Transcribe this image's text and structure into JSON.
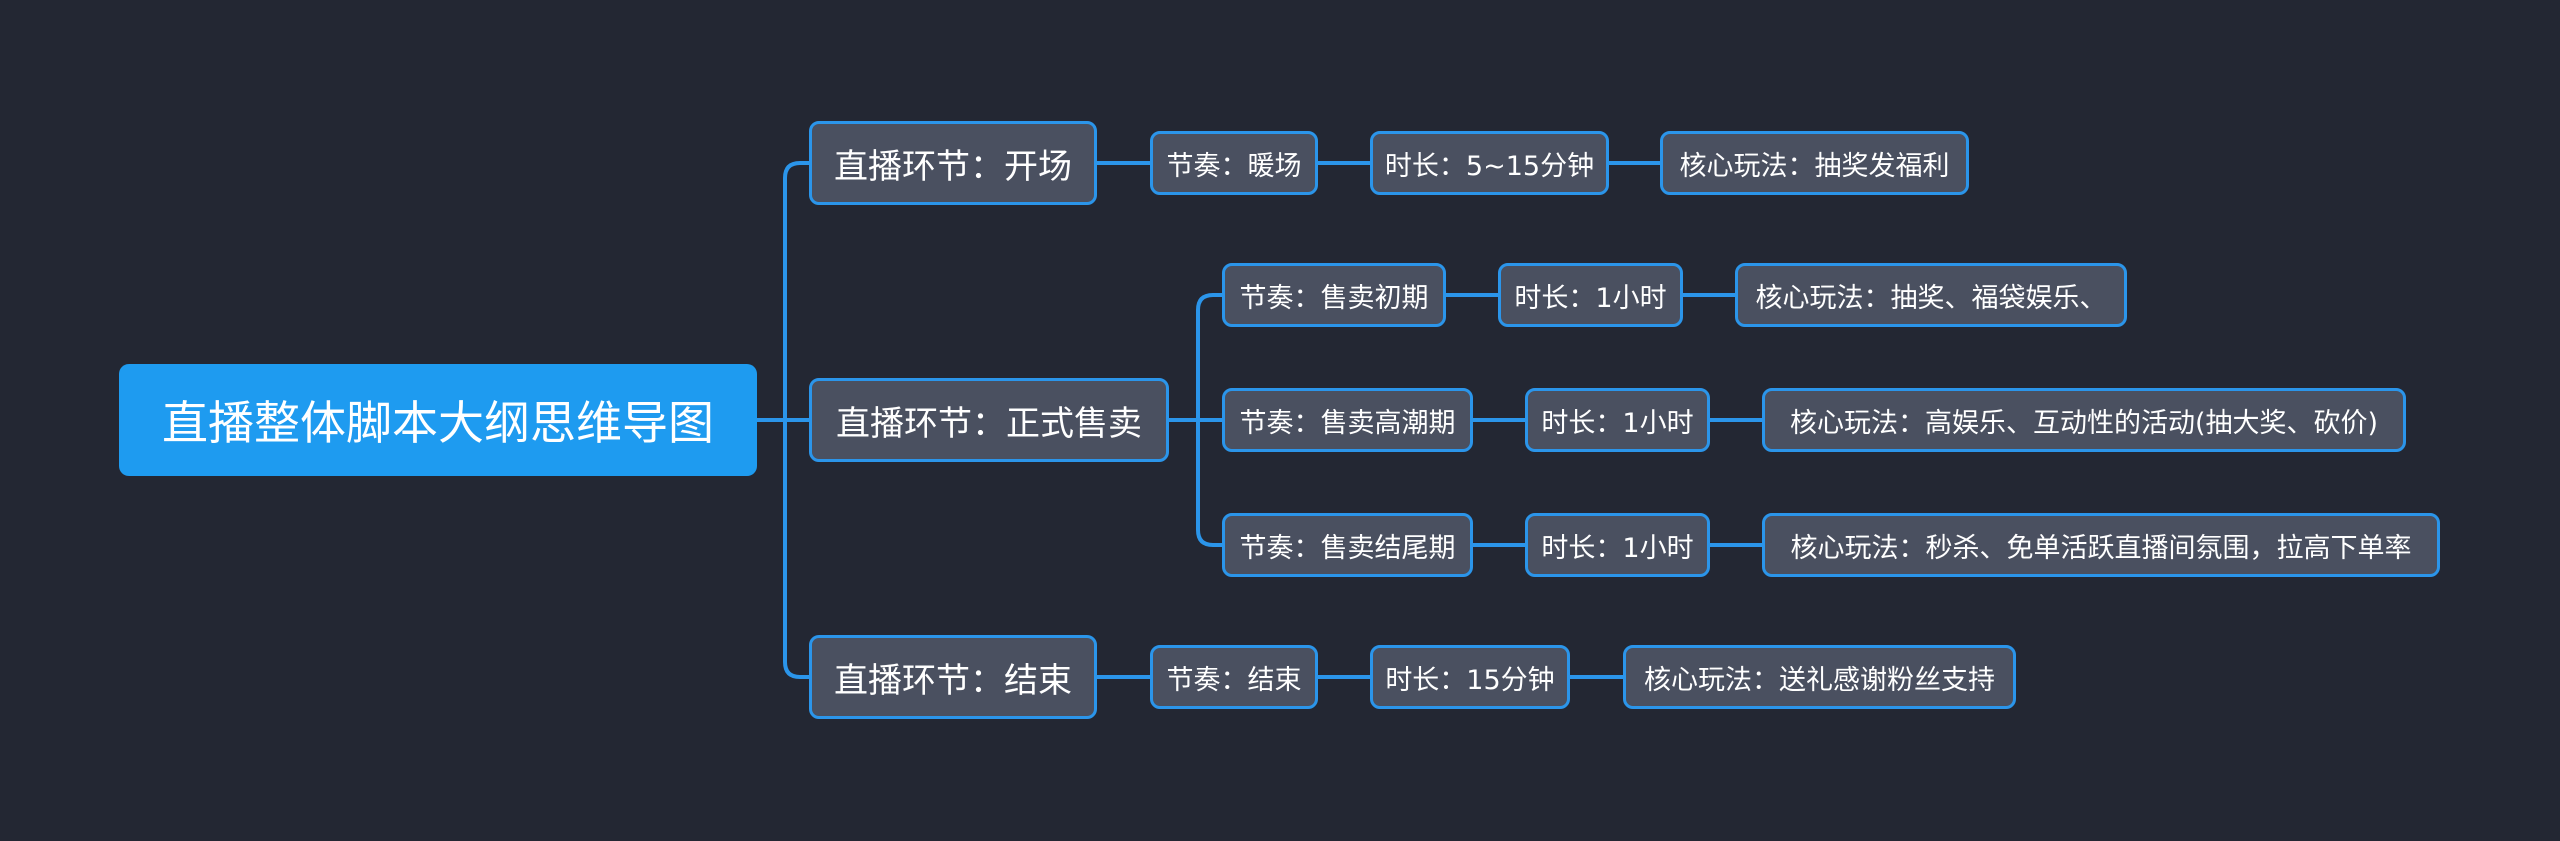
{
  "root": {
    "label": "直播整体脚本大纲思维导图"
  },
  "stages": [
    {
      "label": "直播环节：开场",
      "rows": [
        {
          "rhythm": "节奏：暖场",
          "duration": "时长：5~15分钟",
          "play": "核心玩法：抽奖发福利"
        }
      ]
    },
    {
      "label": "直播环节：正式售卖",
      "rows": [
        {
          "rhythm": "节奏：售卖初期",
          "duration": "时长：1小时",
          "play": "核心玩法：抽奖、福袋娱乐、"
        },
        {
          "rhythm": "节奏：售卖高潮期",
          "duration": "时长：1小时",
          "play": "核心玩法：高娱乐、互动性的活动(抽大奖、砍价)"
        },
        {
          "rhythm": "节奏：售卖结尾期",
          "duration": "时长：1小时",
          "play": "核心玩法：秒杀、免单活跃直播间氛围，拉高下单率"
        }
      ]
    },
    {
      "label": "直播环节：结束",
      "rows": [
        {
          "rhythm": "节奏：结束",
          "duration": "时长：15分钟",
          "play": "核心玩法：送礼感谢粉丝支持"
        }
      ]
    }
  ],
  "colors": {
    "background": "#232733",
    "root": "#1e9bf0",
    "node_fill": "#4a5060",
    "line": "#2b95ea"
  }
}
